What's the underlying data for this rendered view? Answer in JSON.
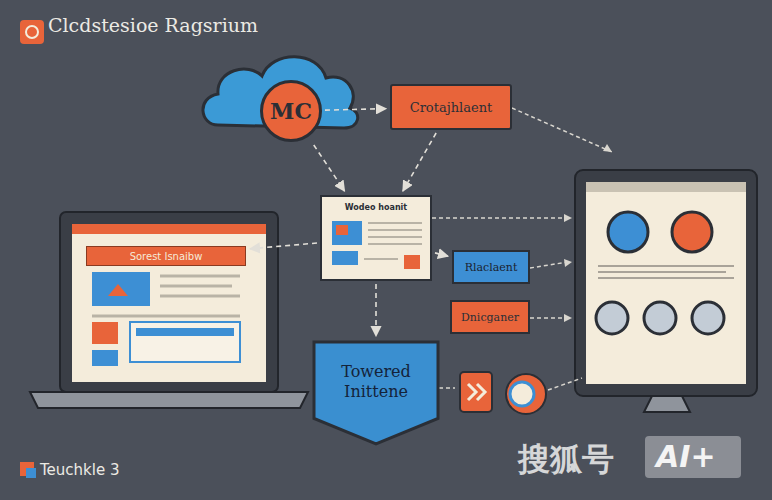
{
  "diagram": {
    "title": "Clcdstesioe Ragsrium",
    "nodes": [
      {
        "text": [
          "MC"
        ]
      },
      {
        "text": [
          "Crotajhlaent"
        ]
      },
      {
        "text": [
          "Wodeo hoanit"
        ]
      },
      {
        "text": [
          "Sorest Isnaibw"
        ]
      },
      {
        "text": [
          "Rlaclaent"
        ]
      },
      {
        "text": [
          "Dnicganer"
        ]
      },
      {
        "text": [
          "Towered Inittene"
        ]
      }
    ],
    "edges": [
      {
        "from": 0,
        "to": 1,
        "arrow": "to"
      },
      {
        "from": 0,
        "to": 2,
        "arrow": "to"
      },
      {
        "from": 1,
        "to": 2,
        "arrow": "to"
      },
      {
        "from": 2,
        "to": 3,
        "arrow": "to"
      },
      {
        "from": 2,
        "to": 4,
        "arrow": "to"
      },
      {
        "from": 2,
        "to": 6,
        "arrow": "to"
      }
    ],
    "labels": [
      "Teuchkle 3",
      "搜狐号",
      "AI+"
    ]
  }
}
